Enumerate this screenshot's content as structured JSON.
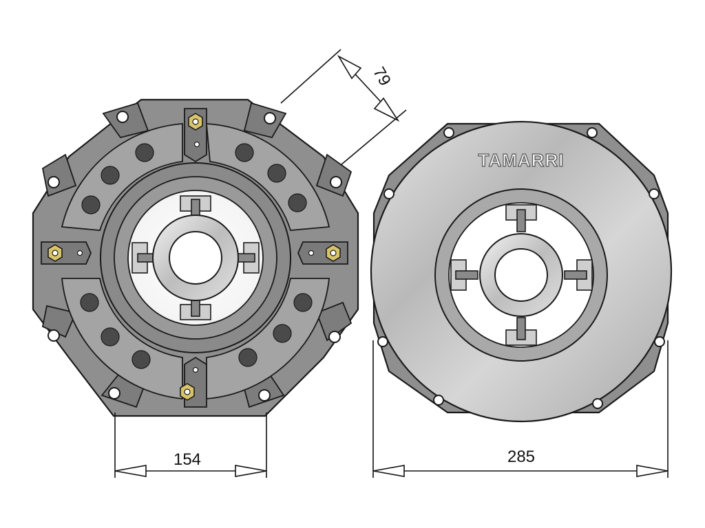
{
  "dimensions": {
    "height_label": "79",
    "inner_width_label": "154",
    "outer_width_label": "285"
  },
  "brand_label": "TAMARRI",
  "colors": {
    "housing": "#8f8f8f",
    "housing_dark": "#6f6f6f",
    "pad": "#a6a6a6",
    "disc_light": "#cfcfcf",
    "disc_mid": "#b5b5b5",
    "hole": "#4a4a4a",
    "bolt": "#d8c46a",
    "outline": "#1a1a1a"
  },
  "icons": [
    "hex-bolt-icon",
    "mounting-hole-icon",
    "dimension-arrow-icon"
  ]
}
